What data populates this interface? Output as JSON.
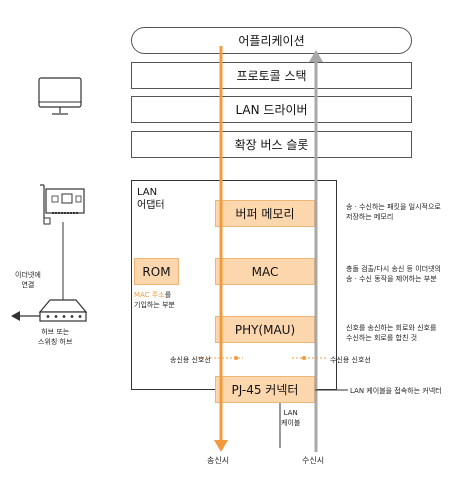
{
  "layers": {
    "application": "어플리케이션",
    "protocol_stack": "프로토콜 스택",
    "lan_driver": "LAN 드라이버",
    "expansion_slot": "확장 버스 슬롯"
  },
  "adapter": {
    "title_line1": "LAN",
    "title_line2": "어댑터",
    "buffer_memory": "버퍼 메모리",
    "mac": "MAC",
    "phy": "PHY(MAU)",
    "rom": "ROM",
    "rom_note_line1_accent": "MAC 주소",
    "rom_note_line1_rest": "를",
    "rom_note_line2": "기입하는 부분",
    "connector": "PJ-45 커넥터"
  },
  "notes": {
    "buffer_line1": "송 · 수신하는 패킷을 일시적으로",
    "buffer_line2": "저장하는 메모리",
    "mac_line1": "충돌 검출/다시 송신 등 이더넷의",
    "mac_line2": "송 · 수신 동작을 제어하는 부분",
    "phy_line1": "신호를 송신하는 회로와 신호를",
    "phy_line2": "수신하는 회로를 합친 것",
    "connector": "LAN 케이블을 접속하는 커넥터",
    "send_signal": "송신용 신호선",
    "recv_signal": "수신용 신호선",
    "lan_cable_line1": "LAN",
    "lan_cable_line2": "케이블",
    "ethernet_line1": "이더넷에",
    "ethernet_line2": "연결",
    "hub_line1": "허브 또는",
    "hub_line2": "스위칭 허브",
    "send": "송신시",
    "recv": "수신시"
  },
  "colors": {
    "send_arrow": "#f39a3c",
    "recv_arrow": "#a8a8a8",
    "hardware_fill": "#fcd7ad"
  }
}
